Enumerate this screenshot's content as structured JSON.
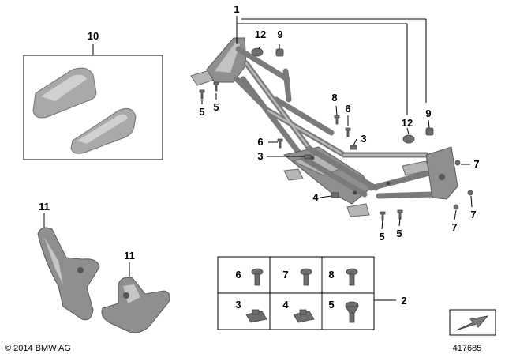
{
  "callouts": {
    "c1": "1",
    "c2": "2",
    "c3a": "3",
    "c3b": "3",
    "c4": "4",
    "c5a": "5",
    "c5b": "5",
    "c5c": "5",
    "c5d": "5",
    "c6": "6",
    "c7a": "7",
    "c7b": "7",
    "c7c": "7",
    "c8": "8",
    "c9a": "9",
    "c9b": "9",
    "c10": "10",
    "c11a": "11",
    "c11b": "11",
    "c12a": "12",
    "c12b": "12"
  },
  "parts_grid": {
    "cells": [
      {
        "number": "6",
        "part": "screw"
      },
      {
        "number": "7",
        "part": "screw"
      },
      {
        "number": "8",
        "part": "screw"
      },
      {
        "number": "3",
        "part": "clip-nut"
      },
      {
        "number": "4",
        "part": "clip-nut"
      },
      {
        "number": "5",
        "part": "countersunk-screw"
      }
    ]
  },
  "footer": {
    "copyright": "© 2014 BMW AG",
    "diagram_id": "417685"
  },
  "icons": {
    "view_indicator": "arrow-view-icon"
  }
}
